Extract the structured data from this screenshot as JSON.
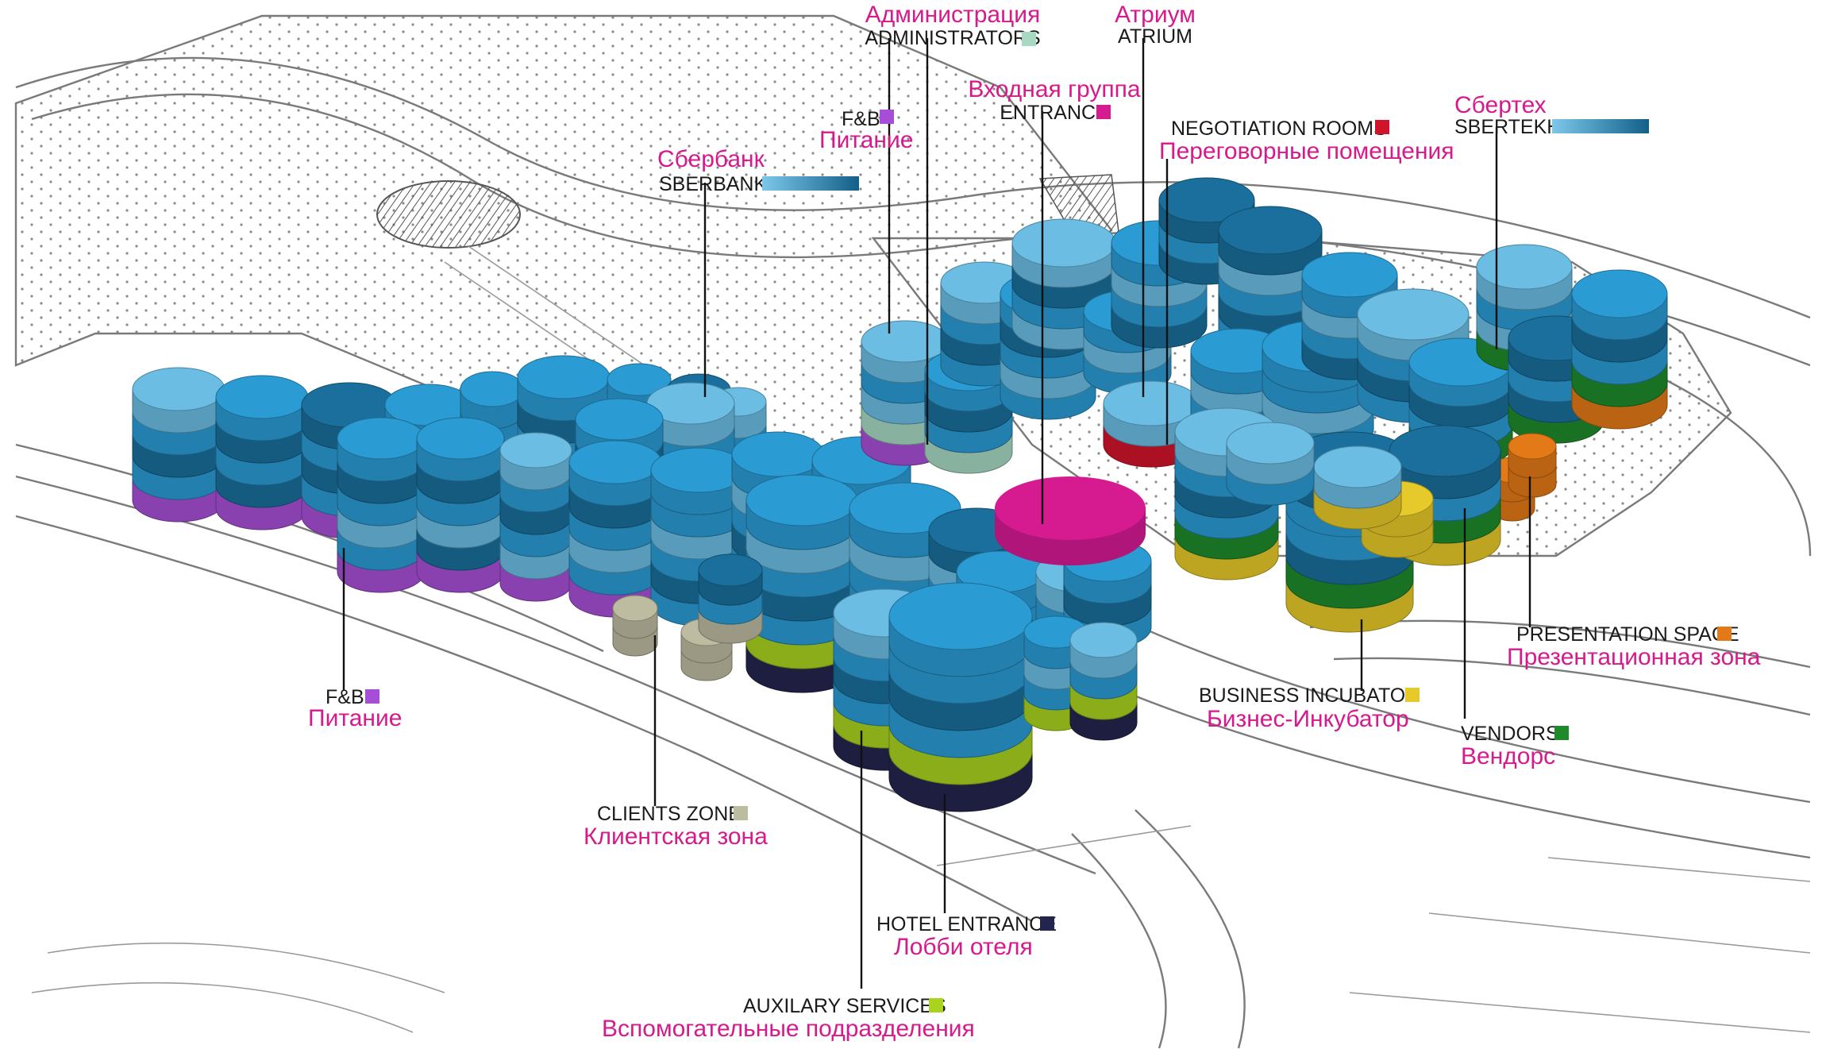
{
  "colors": {
    "sberbank_light": "#6bbde3",
    "sberbank_dark": "#1a6f9c",
    "sberbank_mid": "#2b9bd3",
    "fnb": "#a64fd6",
    "administrators": "#a7d8c2",
    "entrance": "#d61a8f",
    "negotiation_rooms": "#d0152b",
    "presentation_space": "#e37a17",
    "business_incubator": "#e6c92a",
    "vendors": "#1e8a2c",
    "clients_zone": "#bdbba0",
    "hotel_entrance": "#24254f",
    "auxiliary_services": "#a9d31e",
    "label_ru": "#d6198c"
  },
  "legend": [
    {
      "id": "administrators",
      "ru": "Администрация",
      "en": "ADMINISTRATORS",
      "swatch": "administrators"
    },
    {
      "id": "atrium",
      "ru": "Атриум",
      "en": "ATRIUM",
      "swatch": ""
    },
    {
      "id": "fnb-top",
      "ru": "Питание",
      "en": "F&B",
      "swatch": "fnb"
    },
    {
      "id": "entrance",
      "ru": "Входная группа",
      "en": "ENTRANCE",
      "swatch": "entrance"
    },
    {
      "id": "negotiation",
      "ru": "Переговорные помещения",
      "en": "NEGOTIATION ROOMS",
      "swatch": "negotiation_rooms"
    },
    {
      "id": "sbertekh",
      "ru": "Сбертех",
      "en": "SBERTEKH",
      "swatch": "gradient"
    },
    {
      "id": "sberbank",
      "ru": "Сбербанк",
      "en": "SBERBANK",
      "swatch": "gradient"
    },
    {
      "id": "presentation",
      "ru": "Презентационная зона",
      "en": "PRESENTATION SPACE",
      "swatch": "presentation_space"
    },
    {
      "id": "incubator",
      "ru": "Бизнес-Инкубатор",
      "en": "BUSINESS INCUBATOR",
      "swatch": "business_incubator"
    },
    {
      "id": "vendors",
      "ru": "Вендорс",
      "en": "VENDORS",
      "swatch": "vendors"
    },
    {
      "id": "fnb-bottom",
      "ru": "Питание",
      "en": "F&B",
      "swatch": "fnb"
    },
    {
      "id": "clients",
      "ru": "Клиентская зона",
      "en": "CLIENTS ZONE",
      "swatch": "clients_zone"
    },
    {
      "id": "hotel",
      "ru": "Лобби отеля",
      "en": "HOTEL ENTRANCE",
      "swatch": "hotel_entrance"
    },
    {
      "id": "auxiliary",
      "ru": "Вспомогательные подразделения",
      "en": "AUXILARY SERVICES",
      "swatch": "auxiliary_services"
    }
  ]
}
